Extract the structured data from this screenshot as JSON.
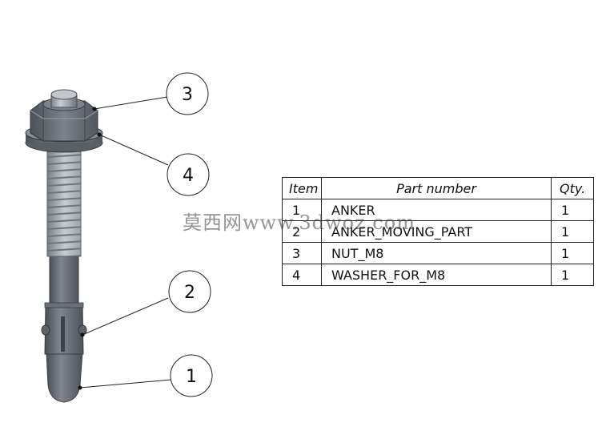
{
  "balloons": [
    {
      "number": "3",
      "part": "NUT_M8"
    },
    {
      "number": "4",
      "part": "WASHER_FOR_M8"
    },
    {
      "number": "2",
      "part": "ANKER_MOVING_PART"
    },
    {
      "number": "1",
      "part": "ANKER"
    }
  ],
  "bom": {
    "headers": {
      "item": "Item",
      "part_number": "Part number",
      "qty": "Qty."
    },
    "rows": [
      {
        "item": "1",
        "part_number": "ANKER",
        "qty": "1"
      },
      {
        "item": "2",
        "part_number": "ANKER_MOVING_PART",
        "qty": "1"
      },
      {
        "item": "3",
        "part_number": "NUT_M8",
        "qty": "1"
      },
      {
        "item": "4",
        "part_number": "WASHER_FOR_M8",
        "qty": "1"
      }
    ]
  },
  "watermark": "莫西网www.3dwoz.com",
  "colors": {
    "steel_dark": "#5a5f66",
    "steel_light": "#b5bac0",
    "line": "#222222"
  }
}
